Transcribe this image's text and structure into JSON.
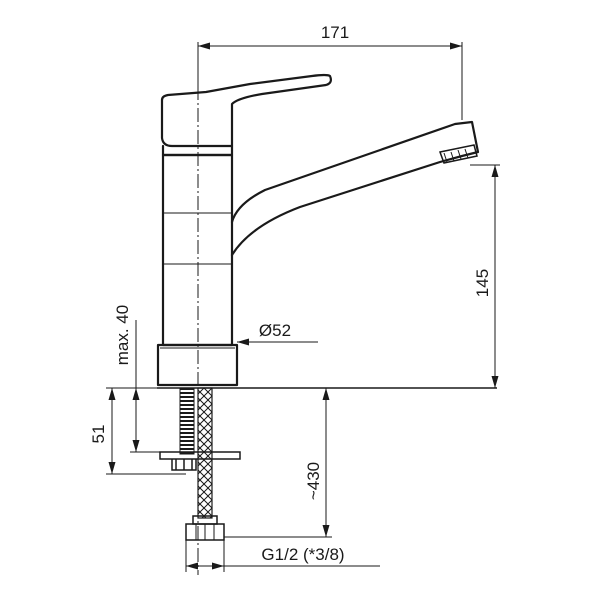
{
  "dimensions": {
    "width_total": "171",
    "height_spout": "145",
    "body_diameter": "Ø52",
    "max_thickness": "max. 40",
    "shank_length": "51",
    "hose_length": "~430",
    "connection_thread": "G1/2 (*3/8)"
  }
}
